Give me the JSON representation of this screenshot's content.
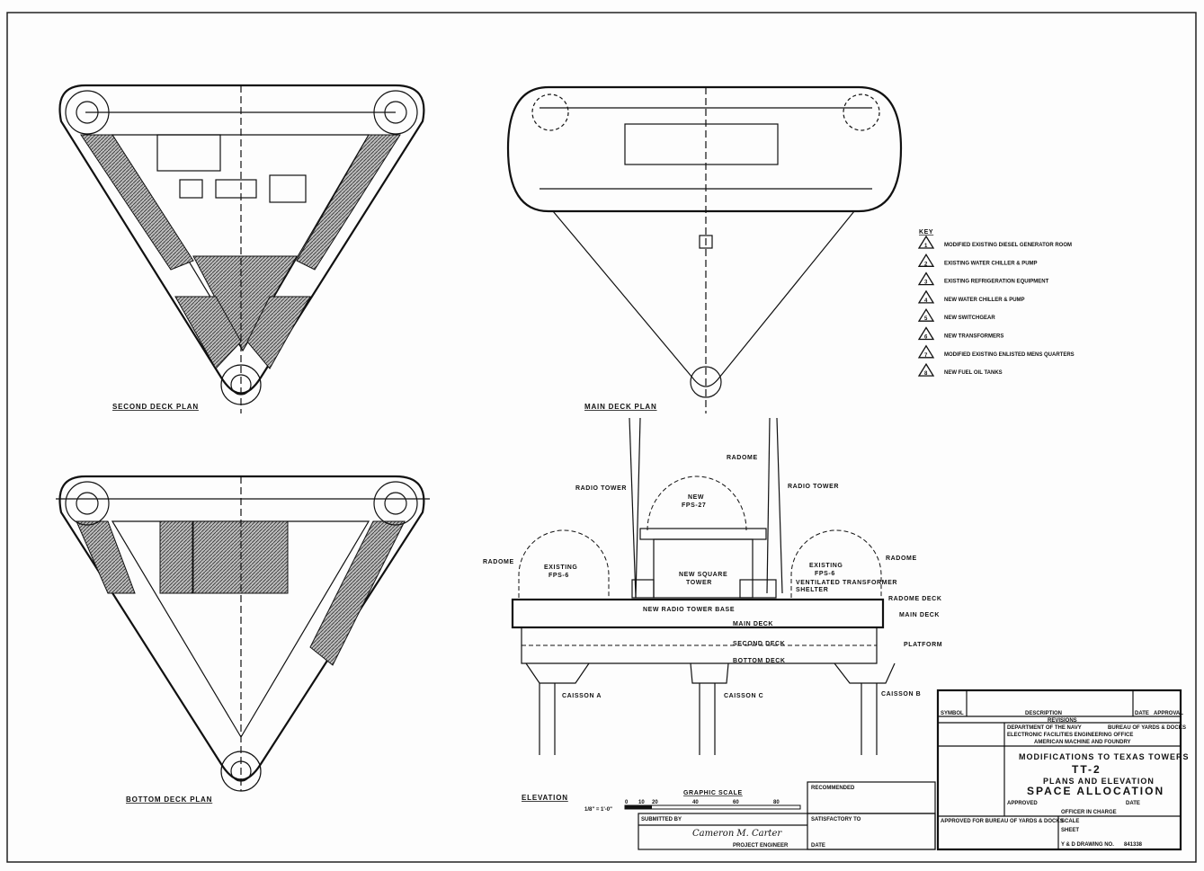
{
  "plans": {
    "second_deck": "SECOND DECK PLAN",
    "main_deck": "MAIN DECK PLAN",
    "bottom_deck": "BOTTOM DECK PLAN",
    "elevation": "ELEVATION"
  },
  "key": {
    "heading": "KEY",
    "items": [
      {
        "num": "1",
        "label": "MODIFIED EXISTING DIESEL GENERATOR ROOM"
      },
      {
        "num": "2",
        "label": "EXISTING WATER CHILLER & PUMP"
      },
      {
        "num": "3",
        "label": "EXISTING REFRIGERATION EQUIPMENT"
      },
      {
        "num": "4",
        "label": "NEW WATER CHILLER & PUMP"
      },
      {
        "num": "5",
        "label": "NEW SWITCHGEAR"
      },
      {
        "num": "6",
        "label": "NEW TRANSFORMERS"
      },
      {
        "num": "7",
        "label": "MODIFIED EXISTING ENLISTED MENS QUARTERS"
      },
      {
        "num": "8",
        "label": "NEW FUEL OIL TANKS"
      }
    ]
  },
  "elevation_labels": {
    "radome_top": "RADOME",
    "radio_tower_left": "RADIO TOWER",
    "radio_tower_right": "RADIO TOWER",
    "new_fps": "NEW",
    "new_fps2": "FPS-27",
    "radome_left": "RADOME",
    "existing_left": "EXISTING",
    "existing_left2": "FPS-6",
    "new_square_tower": "NEW SQUARE",
    "new_square_tower2": "TOWER",
    "existing_right": "EXISTING",
    "existing_right2": "FPS-6",
    "radome_right": "RADOME",
    "vent_shelter": "VENTILATED TRANSFORMER",
    "vent_shelter2": "SHELTER",
    "new_radio_tower_base": "NEW RADIO TOWER BASE",
    "radome_deck": "RADOME DECK",
    "main_deck_right": "MAIN DECK",
    "main_deck": "MAIN DECK",
    "second_deck": "SECOND DECK",
    "platform": "PLATFORM",
    "bottom_deck": "BOTTOM DECK",
    "caisson_a": "CAISSON A",
    "caisson_c": "CAISSON C",
    "caisson_b": "CAISSON B"
  },
  "scale": {
    "title": "GRAPHIC SCALE",
    "ratio": "1/8\" = 1'-0\"",
    "ticks": [
      "0",
      "10",
      "20",
      "40",
      "60",
      "80"
    ]
  },
  "title_block": {
    "symbol": "SYMBOL",
    "description": "DESCRIPTION",
    "date": "DATE",
    "approval": "APPROVAL",
    "revisions": "REVISIONS",
    "dept": "DEPARTMENT OF THE NAVY",
    "bureau": "BUREAU OF YARDS & DOCKS",
    "office": "ELECTRONIC FACILITIES ENGINEERING OFFICE",
    "company": "AMERICAN MACHINE AND FOUNDRY",
    "project_line1": "MODIFICATIONS TO TEXAS TOWERS",
    "project_line2": "TT-2",
    "project_line3": "PLANS AND ELEVATION",
    "project_line4": "SPACE ALLOCATION",
    "approved": "APPROVED",
    "date_label": "DATE",
    "officer": "OFFICER IN CHARGE",
    "approved_for": "APPROVED FOR BUREAU OF YARDS & DOCKS",
    "scale_label": "SCALE",
    "sheet": "SHEET",
    "drawing_no_label": "Y & D DRAWING NO.",
    "drawing_no": "841338",
    "date_bottom": "DATE",
    "submitted_by": "SUBMITTED BY",
    "project_engineer": "PROJECT ENGINEER",
    "signature": "Cameron M. Carter",
    "satisfactory_to": "SATISFACTORY TO",
    "recommended": "RECOMMENDED"
  }
}
